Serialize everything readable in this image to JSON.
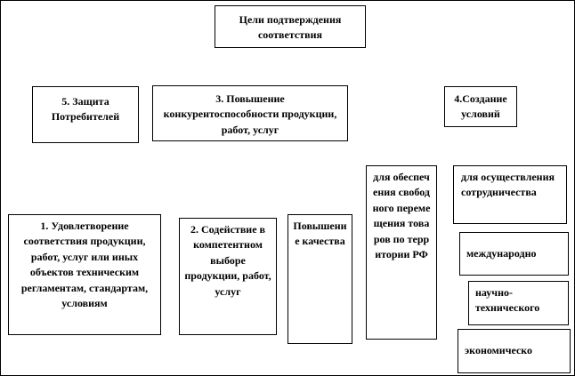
{
  "diagram": {
    "title": "Цели подтверждения соответствия",
    "boxes": {
      "protection": "5. Защита Потребителей",
      "competitiveness": "3. Повышение конкурентоспособности продукции, работ, услуг",
      "conditions": "4.Создание условий",
      "movement": "для обеспечения свободного перемещения товаров по территории РФ",
      "cooperation": "для осуществления сотрудничества",
      "satisfaction": "1. Удовлетворение соответствия продукции, работ, услуг или иных объектов техническим регламентам, стандартам, условиям",
      "assistance": "2. Содействие в компетентном выборе продукции, работ, услуг",
      "quality": "Повышение качества",
      "international": "международно",
      "scientific": "научно-технического",
      "economic": "экономическо"
    }
  }
}
